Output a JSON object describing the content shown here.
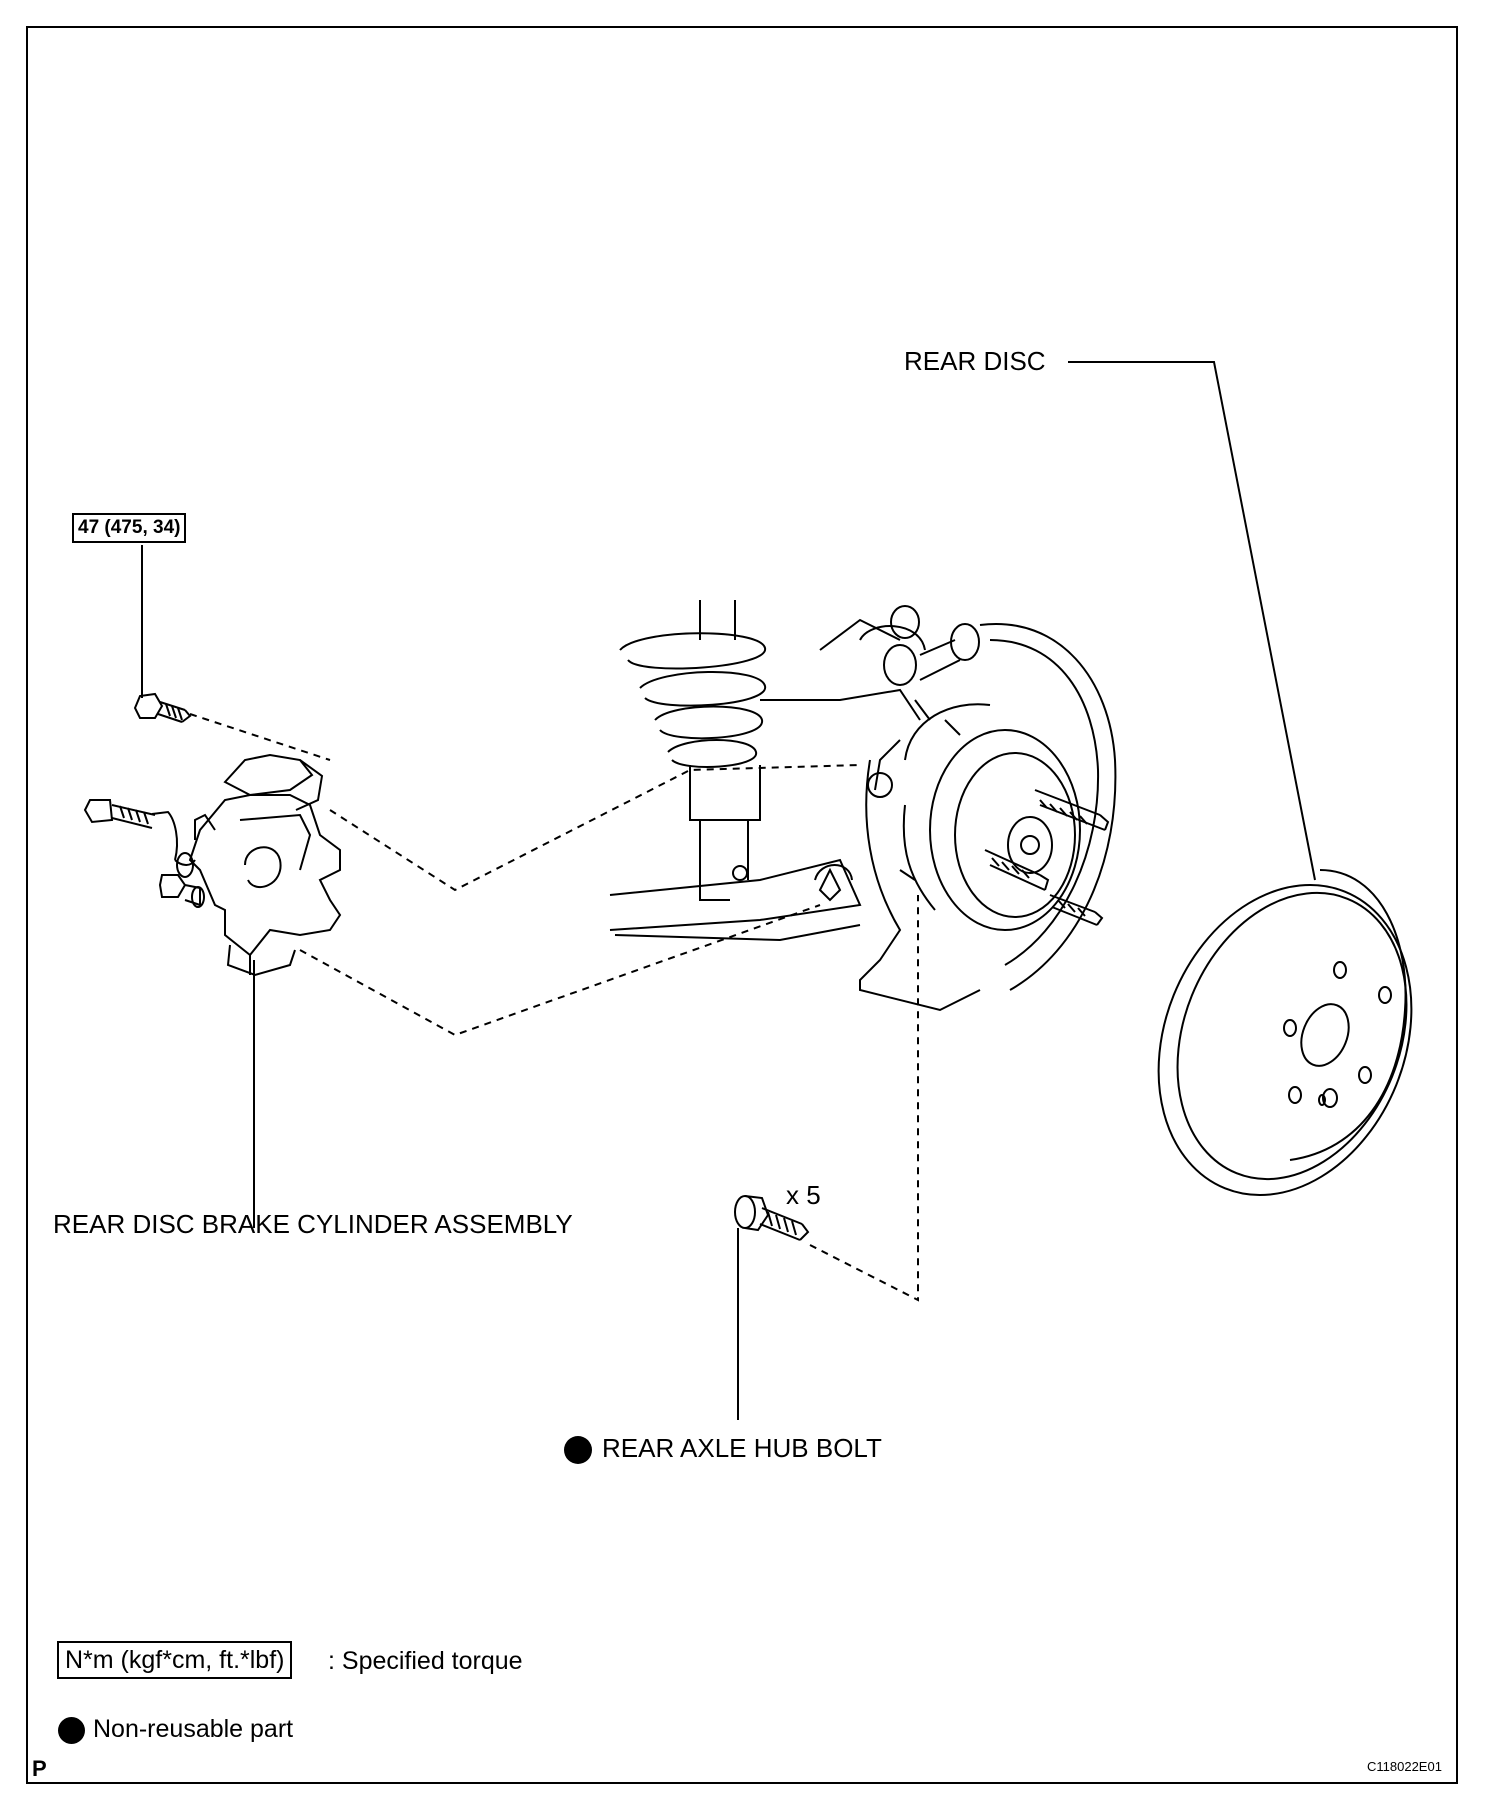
{
  "labels": {
    "rear_disc": "REAR DISC",
    "torque": "47 (475, 34)",
    "brake_cylinder": "REAR DISC BRAKE CYLINDER ASSEMBLY",
    "hub_bolt": "REAR AXLE HUB BOLT",
    "hub_bolt_qty": "x 5"
  },
  "legend": {
    "torque_unit": "N*m (kgf*cm, ft.*lbf)",
    "torque_text": ": Specified torque",
    "nonreusable_text": "Non-reusable part"
  },
  "corner": {
    "left_mark": "P",
    "figure_code": "C118022E01"
  },
  "icons": [
    "non-reusable-dot-icon"
  ]
}
